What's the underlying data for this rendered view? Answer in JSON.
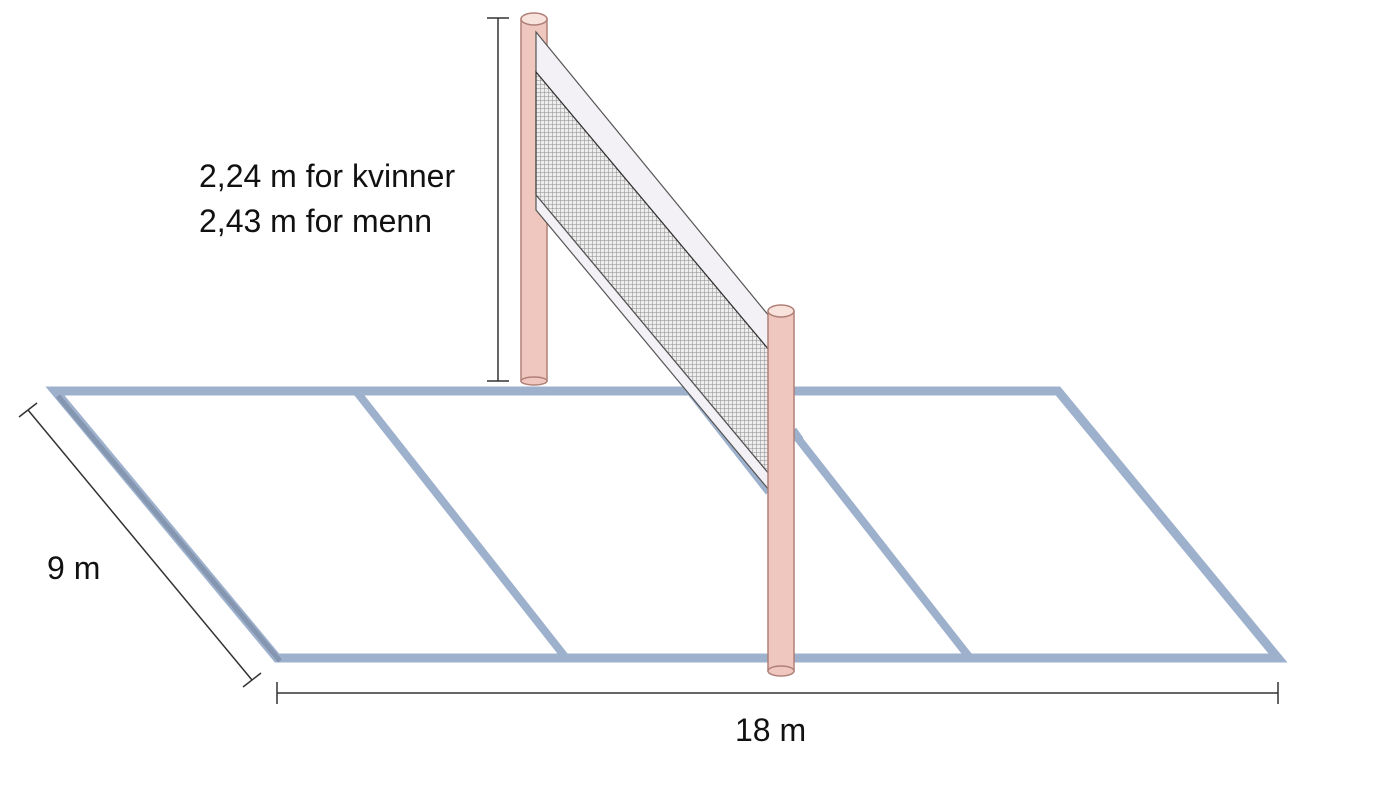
{
  "labels": {
    "height_women": "2,24 m for kvinner",
    "height_men": "2,43 m for menn",
    "width": "9 m",
    "length": "18 m"
  },
  "colors": {
    "court_line": "#9db0cc",
    "court_line_shadow": "#7d8fa8",
    "post_fill": "#efc7bf",
    "post_stroke": "#b08078",
    "net_band": "#f3f1f5",
    "net_mesh": "#8a8a8a",
    "dimension_line": "#333333"
  }
}
